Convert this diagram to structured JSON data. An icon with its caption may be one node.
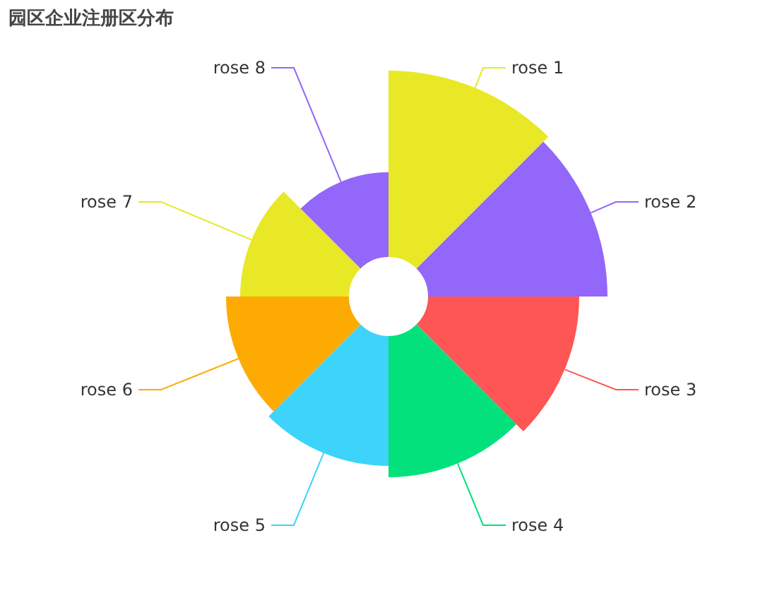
{
  "diagram": {
    "title": "园区企业注册区分布",
    "nodes": [
      {
        "text": [
          "rose 1"
        ]
      },
      {
        "text": [
          "rose 2"
        ]
      },
      {
        "text": [
          "rose 3"
        ]
      },
      {
        "text": [
          "rose 4"
        ]
      },
      {
        "text": [
          "rose 5"
        ]
      },
      {
        "text": [
          "rose 6"
        ]
      },
      {
        "text": [
          "rose 7"
        ]
      },
      {
        "text": [
          "rose 8"
        ]
      },
      {
        "text": [],
        "shape": "wedge"
      },
      {
        "text": [],
        "shape": "wedge"
      },
      {
        "text": [],
        "shape": "wedge"
      },
      {
        "text": [],
        "shape": "wedge"
      },
      {
        "text": [],
        "shape": "wedge"
      },
      {
        "text": [],
        "shape": "wedge"
      },
      {
        "text": [],
        "shape": "wedge"
      },
      {
        "text": [],
        "shape": "wedge"
      }
    ],
    "edges": [
      {
        "from": 0,
        "to": 8,
        "arrow": "none",
        "color": "#e8e827"
      },
      {
        "from": 1,
        "to": 9,
        "arrow": "none",
        "color": "#9367f9"
      },
      {
        "from": 2,
        "to": 10,
        "arrow": "none",
        "color": "#fd5655"
      },
      {
        "from": 3,
        "to": 11,
        "arrow": "none",
        "color": "#02e17c"
      },
      {
        "from": 4,
        "to": 12,
        "arrow": "none",
        "color": "#3dd3fb"
      },
      {
        "from": 5,
        "to": 13,
        "arrow": "none",
        "color": "#fdab03"
      },
      {
        "from": 6,
        "to": 14,
        "arrow": "none",
        "color": "#e8e827"
      },
      {
        "from": 7,
        "to": 15,
        "arrow": "none",
        "color": "#9367f9"
      }
    ]
  }
}
